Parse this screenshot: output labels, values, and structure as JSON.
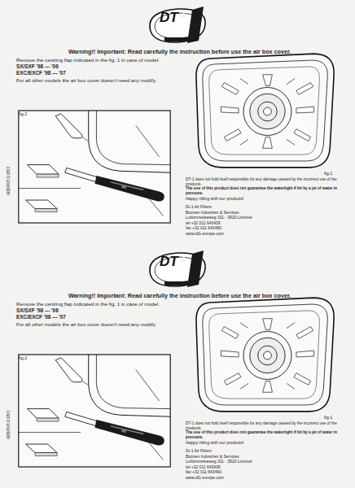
{
  "diagram": {
    "labels": [
      "DT",
      "1",
      "Warning!! Important: Read carefully the instruction before use the air box cover.",
      "Remove the centring flap indicated in the fig. 1 in case of model:",
      "SX/SXF '98 --- '06",
      "EXC/EXCF '98 --- '07",
      "For all other models the air box cover doesn't need any modify.",
      "fig.2",
      "fig.1",
      "DT-1 does not hold itself responsible for any damage caused by the incorrect use of the products.",
      "The use of this product does not guarantee the watertight if hit by a jet of water in pressure.",
      "Happy riding with our products!",
      "Dt-1 Air Filters",
      "Boonen Industries & Services",
      "Lutlommelseweg 311 - 3920 Lommel",
      "tel +32 011 643439",
      "fax +32 011 643460",
      "www.dt1-europe.com",
      "ADB/RVC/1/1803",
      "DT",
      "1",
      "Warning!! Important: Read carefully the instruction before use the air box cover.",
      "Remove the centring flap indicated in the fig. 1 in case of model:",
      "SX/SXF '98 --- '06",
      "EXC/EXCF '98 --- '07",
      "For all other models the air box cover doesn't need any modify.",
      "fig.2",
      "fig.1",
      "DT-1 does not hold itself responsible for any damage caused by the incorrect use of the products.",
      "The use of this product does not guarantee the watertight if hit by a jet of water in pressure.",
      "Happy riding with our products!",
      "Dt-1 Air Filters",
      "Boonen Industries & Services",
      "Lutlommelseweg 311 - 3920 Lommel",
      "tel +32 011 643439",
      "fax +32 011 643460",
      "www.dt1-europe.com",
      "ADB/RVC/1/1803"
    ]
  }
}
